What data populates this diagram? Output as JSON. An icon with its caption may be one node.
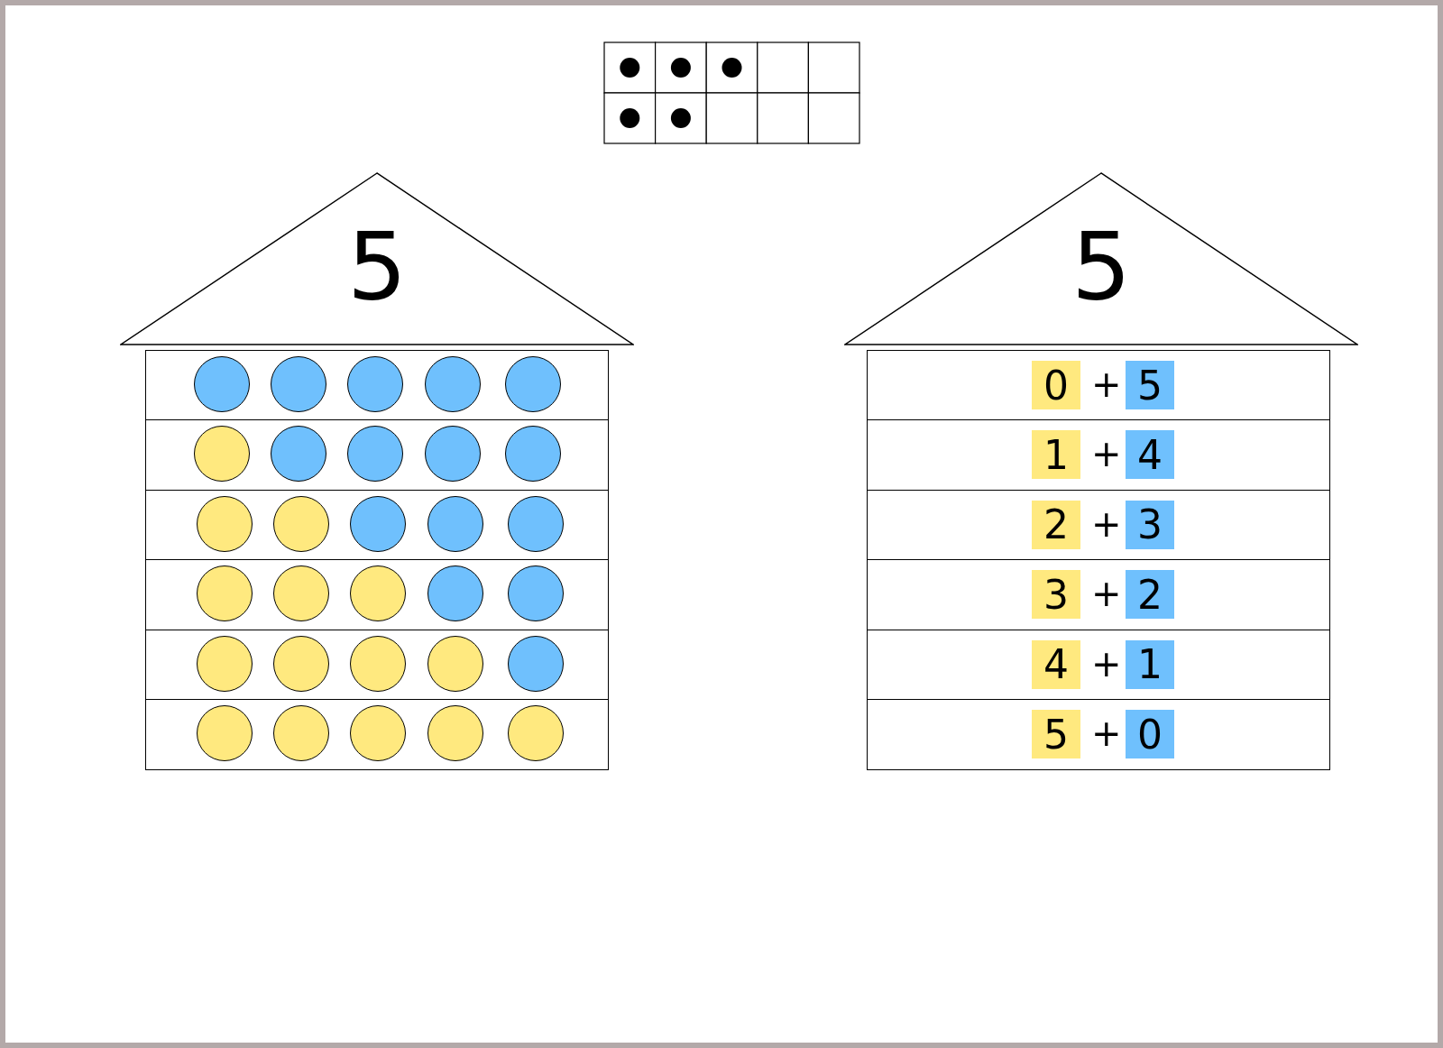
{
  "diagram": {
    "nodes": [
      {
        "text": [
          "5"
        ]
      },
      {
        "text": [],
        "shape": "box"
      },
      {
        "text": [],
        "shape": "circle",
        "in": 1
      },
      {
        "text": [],
        "shape": "circle",
        "in": 1
      },
      {
        "text": [],
        "shape": "circle",
        "in": 1
      },
      {
        "text": [],
        "shape": "circle",
        "in": 1
      },
      {
        "text": [],
        "shape": "circle",
        "in": 1
      },
      {
        "text": [],
        "shape": "box"
      },
      {
        "text": [],
        "shape": "circle",
        "in": 7
      },
      {
        "text": [],
        "shape": "circle",
        "in": 7
      },
      {
        "text": [],
        "shape": "circle",
        "in": 7
      },
      {
        "text": [],
        "shape": "circle",
        "in": 7
      },
      {
        "text": [],
        "shape": "circle",
        "in": 7
      },
      {
        "text": [],
        "shape": "box"
      },
      {
        "text": [],
        "shape": "circle",
        "in": 13
      },
      {
        "text": [],
        "shape": "circle",
        "in": 13
      },
      {
        "text": [],
        "shape": "circle",
        "in": 13
      },
      {
        "text": [],
        "shape": "circle",
        "in": 13
      },
      {
        "text": [],
        "shape": "circle",
        "in": 13
      },
      {
        "text": [],
        "shape": "box"
      },
      {
        "text": [],
        "shape": "circle",
        "in": 19
      },
      {
        "text": [],
        "shape": "circle",
        "in": 19
      },
      {
        "text": [],
        "shape": "circle",
        "in": 19
      },
      {
        "text": [],
        "shape": "circle",
        "in": 19
      },
      {
        "text": [],
        "shape": "circle",
        "in": 19
      },
      {
        "text": [],
        "shape": "box"
      },
      {
        "text": [],
        "shape": "circle",
        "in": 25
      },
      {
        "text": [],
        "shape": "circle",
        "in": 25
      },
      {
        "text": [],
        "shape": "circle",
        "in": 25
      },
      {
        "text": [],
        "shape": "circle",
        "in": 25
      },
      {
        "text": [],
        "shape": "circle",
        "in": 25
      },
      {
        "text": [],
        "shape": "box"
      },
      {
        "text": [],
        "shape": "circle",
        "in": 31
      },
      {
        "text": [],
        "shape": "circle",
        "in": 31
      },
      {
        "text": [],
        "shape": "circle",
        "in": 31
      },
      {
        "text": [],
        "shape": "circle",
        "in": 31
      },
      {
        "text": [],
        "shape": "circle",
        "in": 31
      },
      {
        "text": [
          "5"
        ]
      },
      {
        "text": [
          "+"
        ]
      },
      {
        "text": [
          "0"
        ],
        "in": 38
      },
      {
        "text": [
          "5"
        ],
        "in": 38
      },
      {
        "text": [
          "+"
        ]
      },
      {
        "text": [
          "1"
        ],
        "in": 41
      },
      {
        "text": [
          "4"
        ],
        "in": 41
      },
      {
        "text": [
          "+"
        ]
      },
      {
        "text": [
          "2"
        ],
        "in": 44
      },
      {
        "text": [
          "3"
        ],
        "in": 44
      },
      {
        "text": [
          "+"
        ]
      },
      {
        "text": [
          "3"
        ],
        "in": 47
      },
      {
        "text": [
          "2"
        ],
        "in": 47
      },
      {
        "text": [
          "+"
        ]
      },
      {
        "text": [
          "4"
        ],
        "in": 50
      },
      {
        "text": [
          "1"
        ],
        "in": 50
      },
      {
        "text": [
          "+"
        ]
      },
      {
        "text": [
          "5"
        ],
        "in": 53
      },
      {
        "text": [
          "0"
        ],
        "in": 53
      }
    ],
    "edges": []
  }
}
